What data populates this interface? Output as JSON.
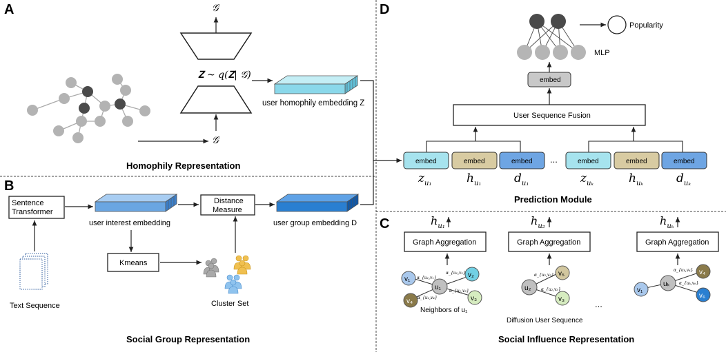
{
  "panels": {
    "a": {
      "letter": "A",
      "title": "Homophily Representation",
      "graph_symbol": "𝒢",
      "latent_eq": "𝐙 ~ q(𝐙| 𝒢)",
      "embedding_label": "user homophily embedding Z"
    },
    "b": {
      "letter": "B",
      "title": "Social Group Representation",
      "sentence_transformer": [
        "Sentence",
        "Transformer"
      ],
      "text_sequence": "Text Sequence",
      "interest_embedding": "user interest embedding",
      "distance_measure": [
        "Distance",
        "Measure"
      ],
      "kmeans": "Kmeans",
      "cluster_set": "Cluster Set",
      "group_embedding": "user group embedding D"
    },
    "c": {
      "letter": "C",
      "title": "Social Influence Representation",
      "graph_aggregation": "Graph Aggregation",
      "neighbors_label": "Neighbors of u₁",
      "diffusion_label": "Diffusion User Sequence",
      "ellipsis": "...",
      "outputs": [
        "h",
        "h",
        "h"
      ],
      "output_subs": [
        "u₁",
        "u₂",
        "uₖ"
      ],
      "groups": [
        {
          "center": "u₁",
          "neighbors": [
            "v₁",
            "v₂",
            "v₃",
            "v₄"
          ],
          "alphas": [
            "α_{u₁,v₂}",
            "α_{u₁,v₁}",
            "α_{u₁,v₃}",
            "α_{u₁,v₄}"
          ]
        },
        {
          "center": "u₂",
          "neighbors": [
            "v₅",
            "v₃"
          ],
          "alphas": [
            "α_{u₂,v₅}",
            "α_{u₂,v₃}"
          ]
        },
        {
          "center": "uₖ",
          "neighbors": [
            "v₁",
            "v₄",
            "v₆"
          ],
          "alphas": [
            "α_{uₖ,v₄}",
            "α_{uₖ,v₆}"
          ]
        }
      ],
      "colors": {
        "v_blue": "#a9c8ec",
        "v_teal": "#72d0e4",
        "v_green": "#d6ecc0",
        "v_olive": "#8a7a4a",
        "v_tan": "#d2c79f",
        "v_dark_blue": "#2a7fd1",
        "u_gray": "#c0c0c0"
      }
    },
    "d": {
      "letter": "D",
      "title": "Prediction Module",
      "popularity": "Popularity",
      "mlp": "MLP",
      "embed": "embed",
      "fusion": "User Sequence Fusion",
      "ellipsis": "...",
      "symbols": [
        {
          "base": "z",
          "sub": "u₁"
        },
        {
          "base": "h",
          "sub": "u₁"
        },
        {
          "base": "d",
          "sub": "u₁"
        },
        {
          "base": "z",
          "sub": "uₖ"
        },
        {
          "base": "h",
          "sub": "uₖ"
        },
        {
          "base": "d",
          "sub": "uₖ"
        }
      ],
      "colors": {
        "embed_z": "#a6e3ee",
        "embed_h": "#d8cba2",
        "embed_d": "#6ea5e3",
        "embed_top": "#c8c8c8"
      }
    }
  }
}
